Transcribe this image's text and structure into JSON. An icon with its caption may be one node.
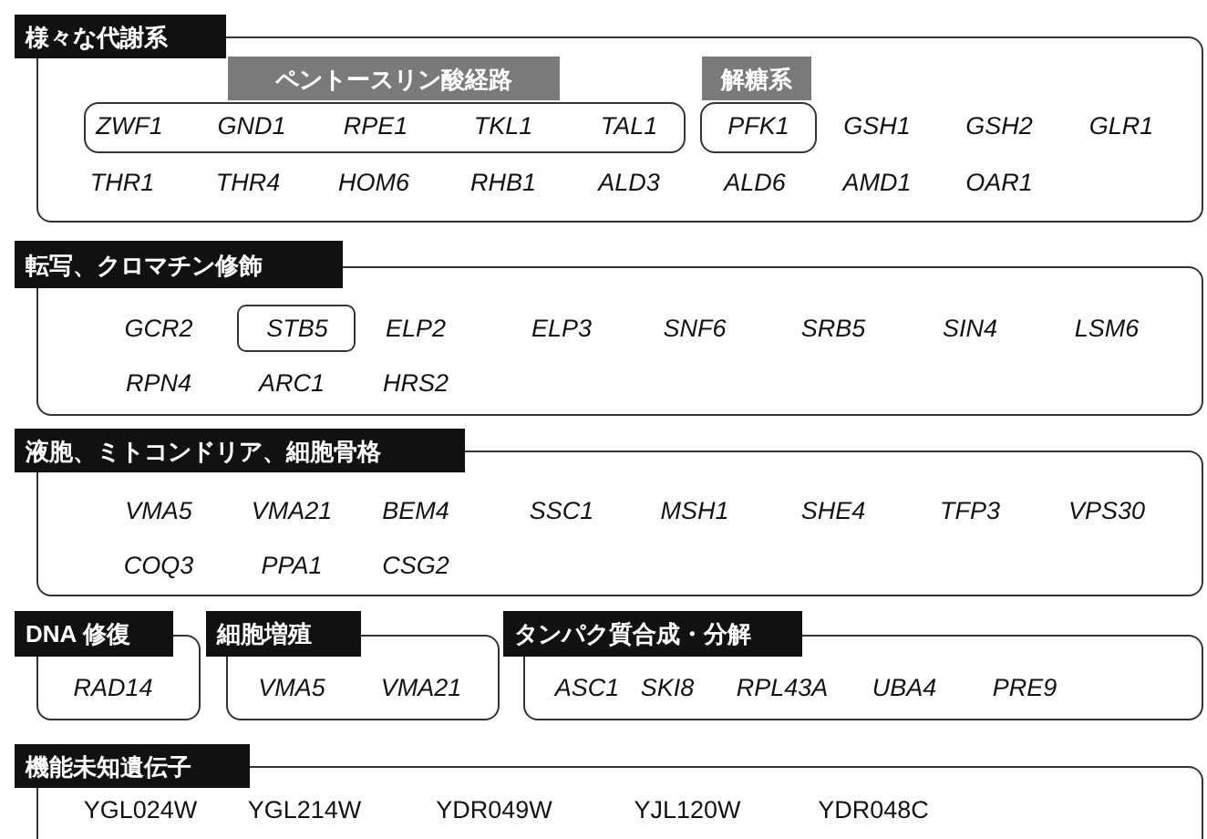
{
  "diagram": {
    "nodes": [
      {
        "text": [
          "様々な代謝系",
          "GSH1",
          "GSH2",
          "GLR1",
          "THR1",
          "THR4",
          "HOM6",
          "RHB1",
          "ALD3",
          "ALD6",
          "AMD1",
          "OAR1"
        ]
      },
      {
        "text": [
          "ペントースリン酸経路",
          "ZWF1",
          "GND1",
          "RPE1",
          "TKL1",
          "TAL1"
        ],
        "in": 0
      },
      {
        "text": [
          "解糖系",
          "PFK1"
        ],
        "in": 0
      },
      {
        "text": [
          "転写、クロマチン修飾",
          "GCR2",
          "ELP2",
          "ELP3",
          "SNF6",
          "SRB5",
          "SIN4",
          "LSM6",
          "RPN4",
          "ARC1",
          "HRS2"
        ]
      },
      {
        "text": [
          "STB5"
        ],
        "in": 3
      },
      {
        "text": [
          "液胞、ミトコンドリア、細胞骨格",
          "VMA5",
          "VMA21",
          "BEM4",
          "SSC1",
          "MSH1",
          "SHE4",
          "TFP3",
          "VPS30",
          "COQ3",
          "PPA1",
          "CSG2"
        ]
      },
      {
        "text": [
          "DNA 修復",
          "RAD14"
        ]
      },
      {
        "text": [
          "細胞増殖",
          "VMA5",
          "VMA21"
        ]
      },
      {
        "text": [
          "タンパク質合成・分解",
          "ASC1",
          "SKI8",
          "RPL43A",
          "UBA4",
          "PRE9"
        ]
      },
      {
        "text": [
          "機能未知遺伝子",
          "YGL024W",
          "YGL214W",
          "YDR049W",
          "YJL120W",
          "YDR048C"
        ]
      }
    ]
  }
}
